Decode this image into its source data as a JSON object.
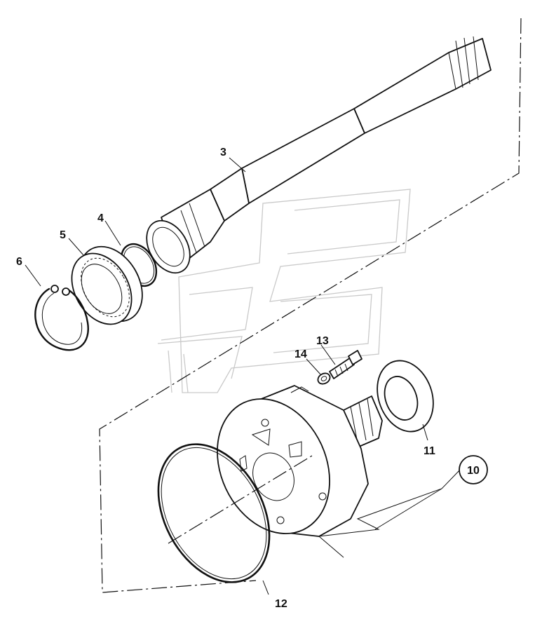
{
  "callouts": [
    {
      "id": "3",
      "label": "3"
    },
    {
      "id": "4",
      "label": "4"
    },
    {
      "id": "5",
      "label": "5"
    },
    {
      "id": "6",
      "label": "6"
    },
    {
      "id": "10",
      "label": "10"
    },
    {
      "id": "11",
      "label": "11"
    },
    {
      "id": "12",
      "label": "12"
    },
    {
      "id": "13",
      "label": "13"
    },
    {
      "id": "14",
      "label": "14"
    }
  ]
}
